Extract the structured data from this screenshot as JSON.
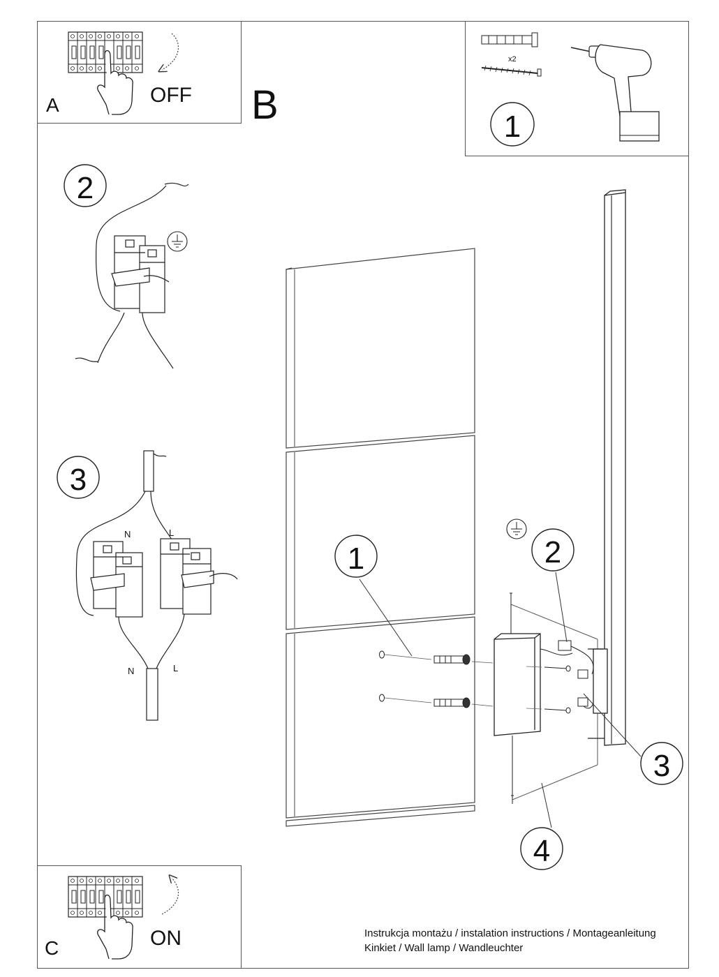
{
  "panels": {
    "a": {
      "letter": "A",
      "state": "OFF"
    },
    "b": {
      "letter": "B"
    },
    "c": {
      "letter": "C",
      "state": "ON"
    }
  },
  "tools": {
    "quantity": "x2"
  },
  "steps": {
    "s1": "1",
    "s2": "2",
    "s3": "3",
    "s4": "4"
  },
  "wiring": {
    "neutral": "N",
    "live": "L"
  },
  "footer": {
    "line1": "Instrukcja montażu / instalation instructions / Montageanleitung",
    "line2": "Kinkiet / Wall lamp / Wandleuchter"
  }
}
